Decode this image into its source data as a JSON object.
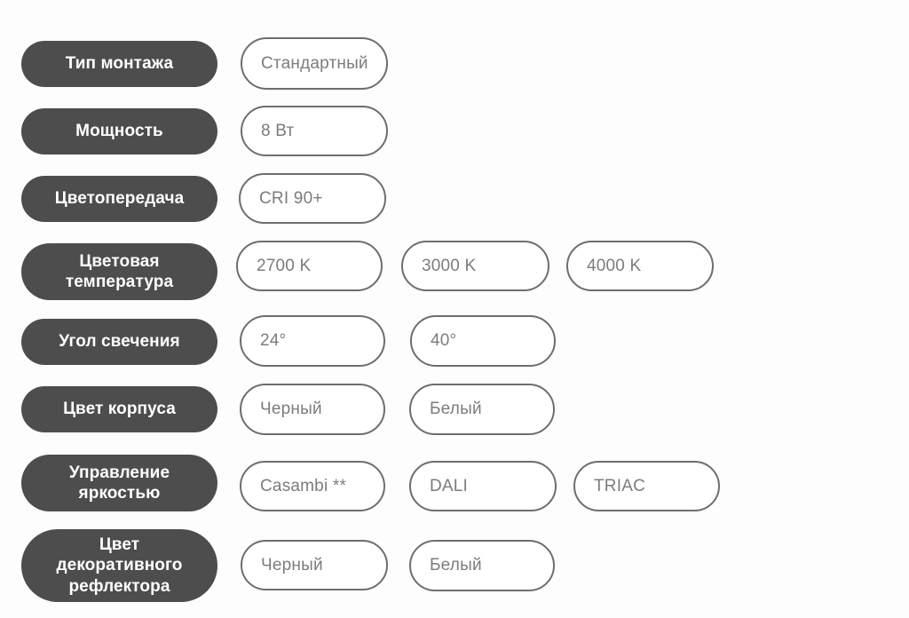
{
  "page": {
    "background_color": "#FDFDFD",
    "label_pill_color": "#4D4D4D",
    "label_text_color": "#FFFFFF",
    "option_border_color": "#6E6E6E",
    "option_text_color": "#7C7C7C",
    "option_fill_color": "#FFFFFF"
  },
  "rows": [
    {
      "label": "Тип монтажа",
      "options": [
        "Стандартный"
      ]
    },
    {
      "label": "Мощность",
      "options": [
        "8 Вт"
      ]
    },
    {
      "label": "Цветопередача",
      "options": [
        "CRI 90+"
      ]
    },
    {
      "label": "Цветовая\nтемпература",
      "options": [
        "2700 K",
        "3000 K",
        "4000 K"
      ]
    },
    {
      "label": "Угол свечения",
      "options": [
        "24°",
        "40°"
      ]
    },
    {
      "label": "Цвет корпуса",
      "options": [
        "Черный",
        "Белый"
      ]
    },
    {
      "label": "Управление\nяркостью",
      "options": [
        "Casambi **",
        "DALI",
        "TRIAC"
      ]
    },
    {
      "label": "Цвет\nдекоративного\nрефлектора",
      "options": [
        "Черный",
        "Белый"
      ]
    }
  ]
}
